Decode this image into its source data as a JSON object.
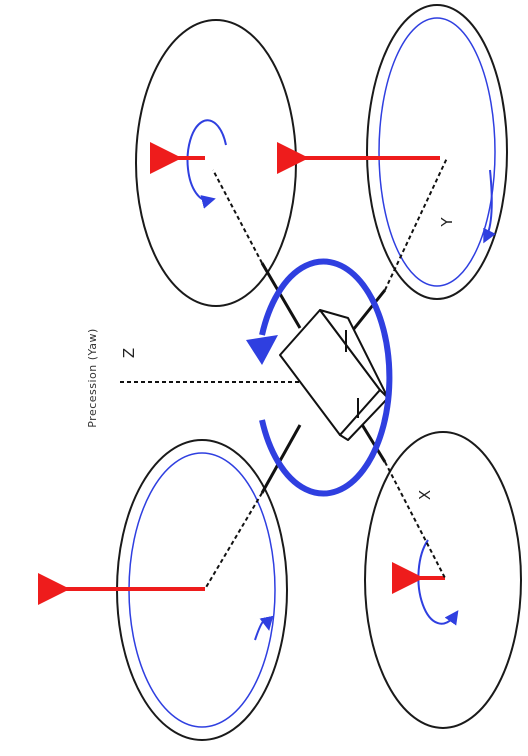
{
  "diagram": {
    "title": "Precession (Yaw)",
    "axis_labels": {
      "z": "Z",
      "y": "Y",
      "x": "X"
    },
    "colors": {
      "rotor_outline": "#1a1a1a",
      "rotation_arrow": "#2f3fe0",
      "thrust_arrow": "#ee1c1c",
      "body": "#111111"
    },
    "rotors": [
      {
        "name": "top-left",
        "spin": "small"
      },
      {
        "name": "top-right",
        "spin": "large"
      },
      {
        "name": "bottom-left",
        "spin": "large"
      },
      {
        "name": "bottom-right",
        "spin": "small"
      }
    ],
    "icons": [
      "yaw-rotation-arrow",
      "thrust-arrow",
      "spin-arrow",
      "axis-line"
    ]
  }
}
